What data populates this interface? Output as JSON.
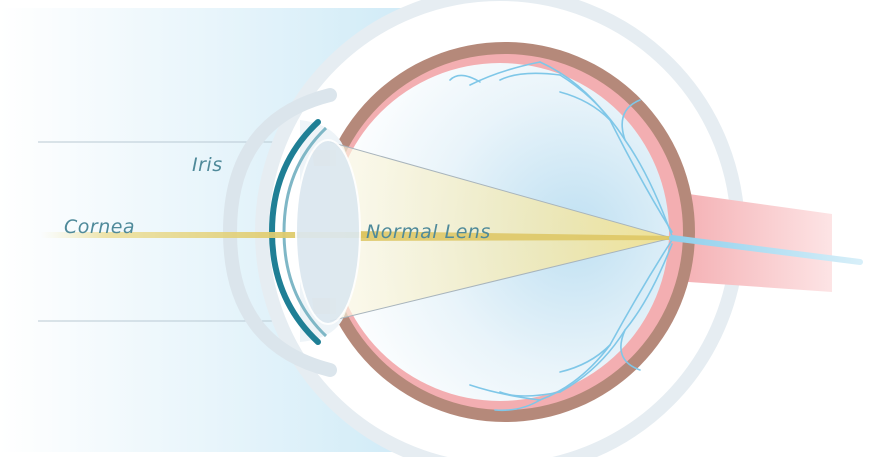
{
  "labels": {
    "iris": "Iris",
    "cornea": "Cornea",
    "lens": "Normal Lens"
  },
  "colors": {
    "eyeball_wall": "#b5897a",
    "retina": "#f3aeb1",
    "sclera_outer": "#e9eef2",
    "optic_nerve": "#f4b4b6",
    "blood_vessels": "#7fc7e8",
    "cornea_teal": "#1f7f95",
    "lens_fill": "#dce8f0",
    "light_cone": "#f0e29a",
    "focal_beam": "#e3cf6d",
    "label_text": "#4f8a9a",
    "background_wash": "#cfeaf7"
  }
}
